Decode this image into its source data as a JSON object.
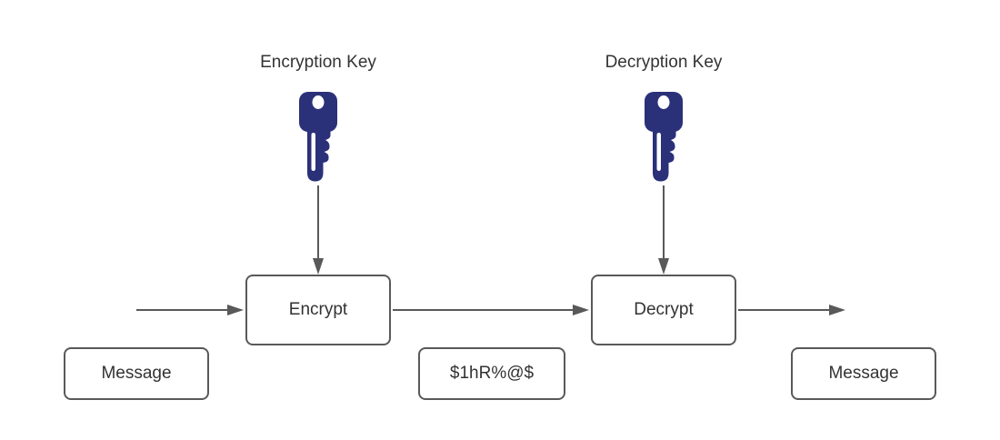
{
  "theme": {
    "bg": "#ffffff",
    "line": "#595959",
    "text": "#333333",
    "key": "#2b3178",
    "box_fill": "#ffffff"
  },
  "diagram": {
    "keys": [
      {
        "label": "Encryption Key",
        "icon": "key-icon"
      },
      {
        "label": "Decryption Key",
        "icon": "key-icon"
      }
    ],
    "process": [
      {
        "label": "Encrypt"
      },
      {
        "label": "Decrypt"
      }
    ],
    "data_items": [
      {
        "label": "Message"
      },
      {
        "label": "$1hR%@$"
      },
      {
        "label": "Message"
      }
    ]
  }
}
